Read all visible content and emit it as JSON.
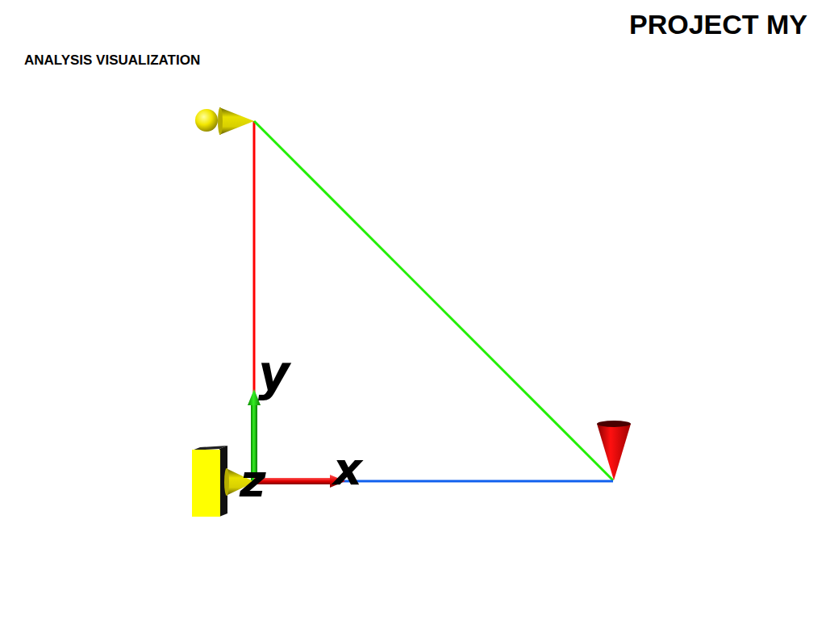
{
  "diagram": {
    "title": "PROJECT MY",
    "labels": [
      "ANALYSIS VISUALIZATION",
      "y",
      "z",
      "x"
    ]
  }
}
